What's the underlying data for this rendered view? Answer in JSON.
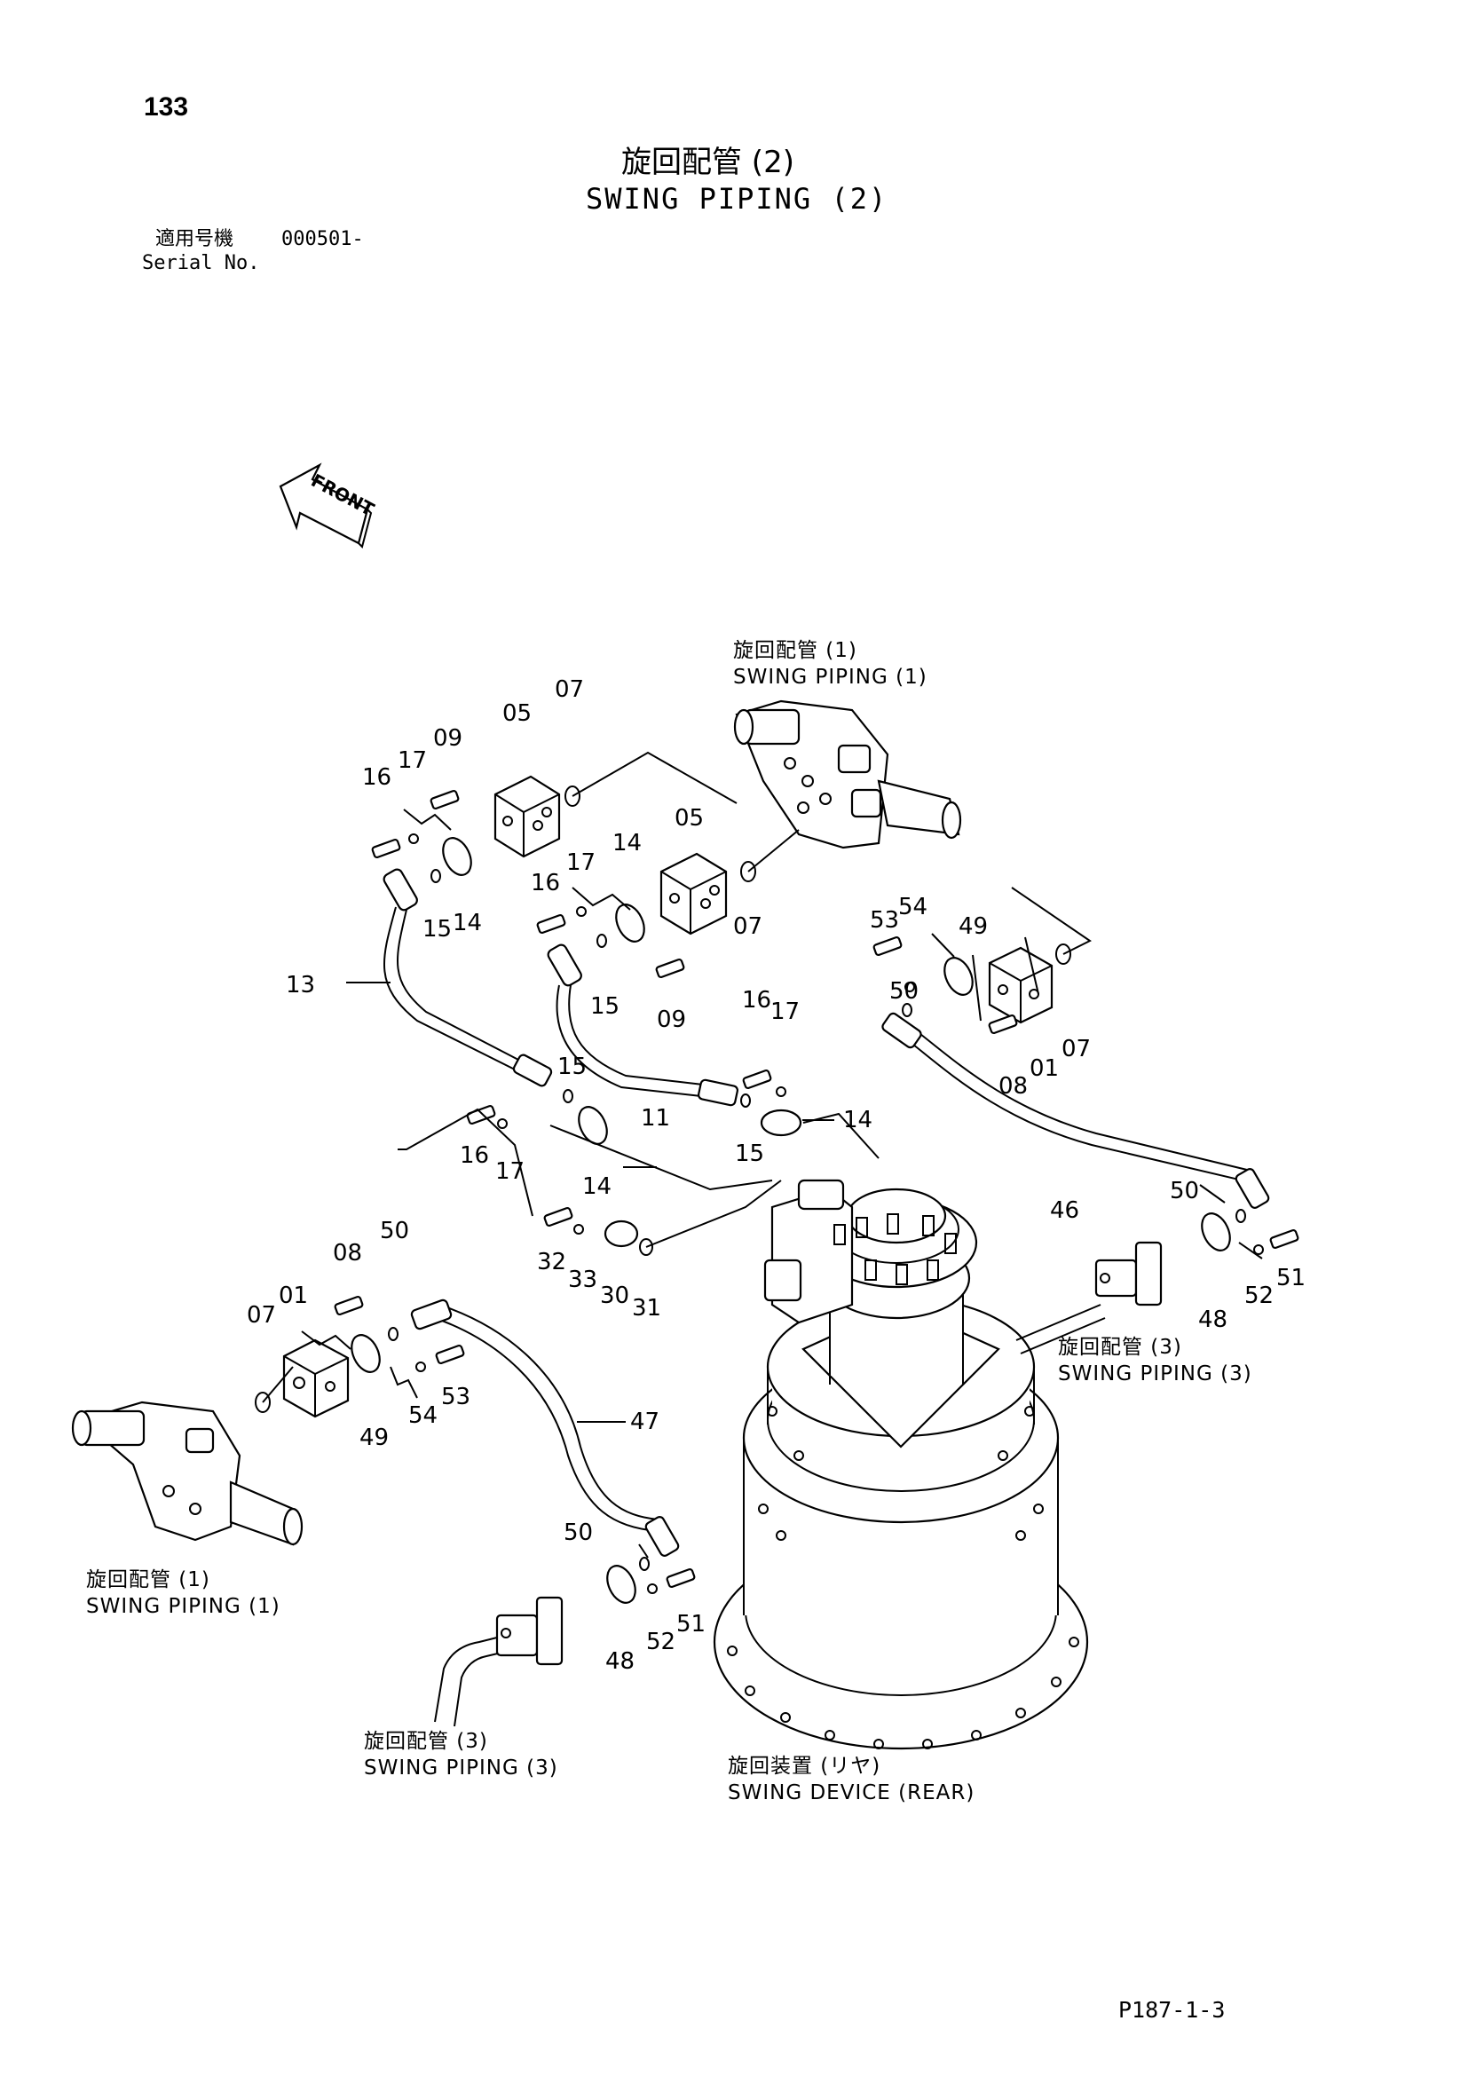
{
  "page": {
    "number": "133",
    "footer_code": "P187-1-3"
  },
  "title": {
    "jp": "旋回配管 (2)",
    "en": "SWING PIPING (2)"
  },
  "serial": {
    "label_jp": "適用号機",
    "value": "000501-",
    "label_en": "Serial No."
  },
  "front_label": "FRONT",
  "references": {
    "swing_piping_1_top": {
      "jp": "旋回配管 (1)",
      "en": "SWING PIPING (1)"
    },
    "swing_piping_1_left": {
      "jp": "旋回配管 (1)",
      "en": "SWING PIPING (1)"
    },
    "swing_piping_3_right": {
      "jp": "旋回配管 (3)",
      "en": "SWING PIPING (3)"
    },
    "swing_piping_3_bottom": {
      "jp": "旋回配管 (3)",
      "en": "SWING PIPING (3)"
    },
    "swing_device_rear": {
      "jp": "旋回装置 (リヤ)",
      "en": "SWING DEVICE (REAR)"
    }
  },
  "part_labels": [
    "01",
    "05",
    "07",
    "08",
    "09",
    "11",
    "13",
    "14",
    "15",
    "16",
    "17",
    "30",
    "31",
    "32",
    "33",
    "46",
    "47",
    "48",
    "49",
    "50",
    "51",
    "52",
    "53",
    "54"
  ]
}
